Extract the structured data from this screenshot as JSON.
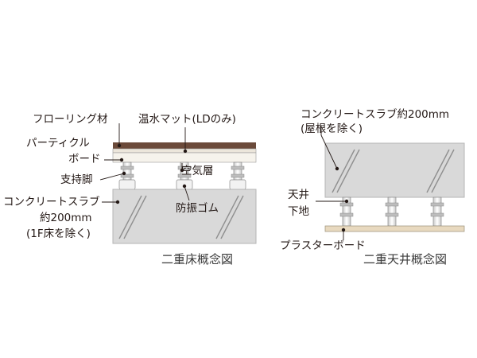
{
  "double_floor": {
    "labels": {
      "flooring": "フローリング材",
      "heated_mat": "温水マット(LDのみ)",
      "particle_board_line1": "パーティクル",
      "particle_board_line2": "ボード",
      "support_leg": "支持脚",
      "air_layer": "空気層",
      "vibration_rubber": "防振ゴム",
      "slab_line1": "コンクリートスラブ",
      "slab_line2": "約200mm",
      "slab_line3": "(1F床を除く)"
    },
    "caption": "二重床概念図",
    "colors": {
      "flooring": "#6b4a3a",
      "mat": "#ece6db",
      "board": "#f6f3ec",
      "slab": "#d9d9d9"
    }
  },
  "double_ceiling": {
    "labels": {
      "slab_line1": "コンクリートスラブ約200mm",
      "slab_line2": "(屋根を除く)",
      "ceiling_base_line1": "天井",
      "ceiling_base_line2": "下地",
      "plaster_board": "プラスターボード"
    },
    "caption": "二重天井概念図",
    "colors": {
      "plaster_board": "#e8d9bf",
      "slab": "#d9d9d9"
    }
  }
}
